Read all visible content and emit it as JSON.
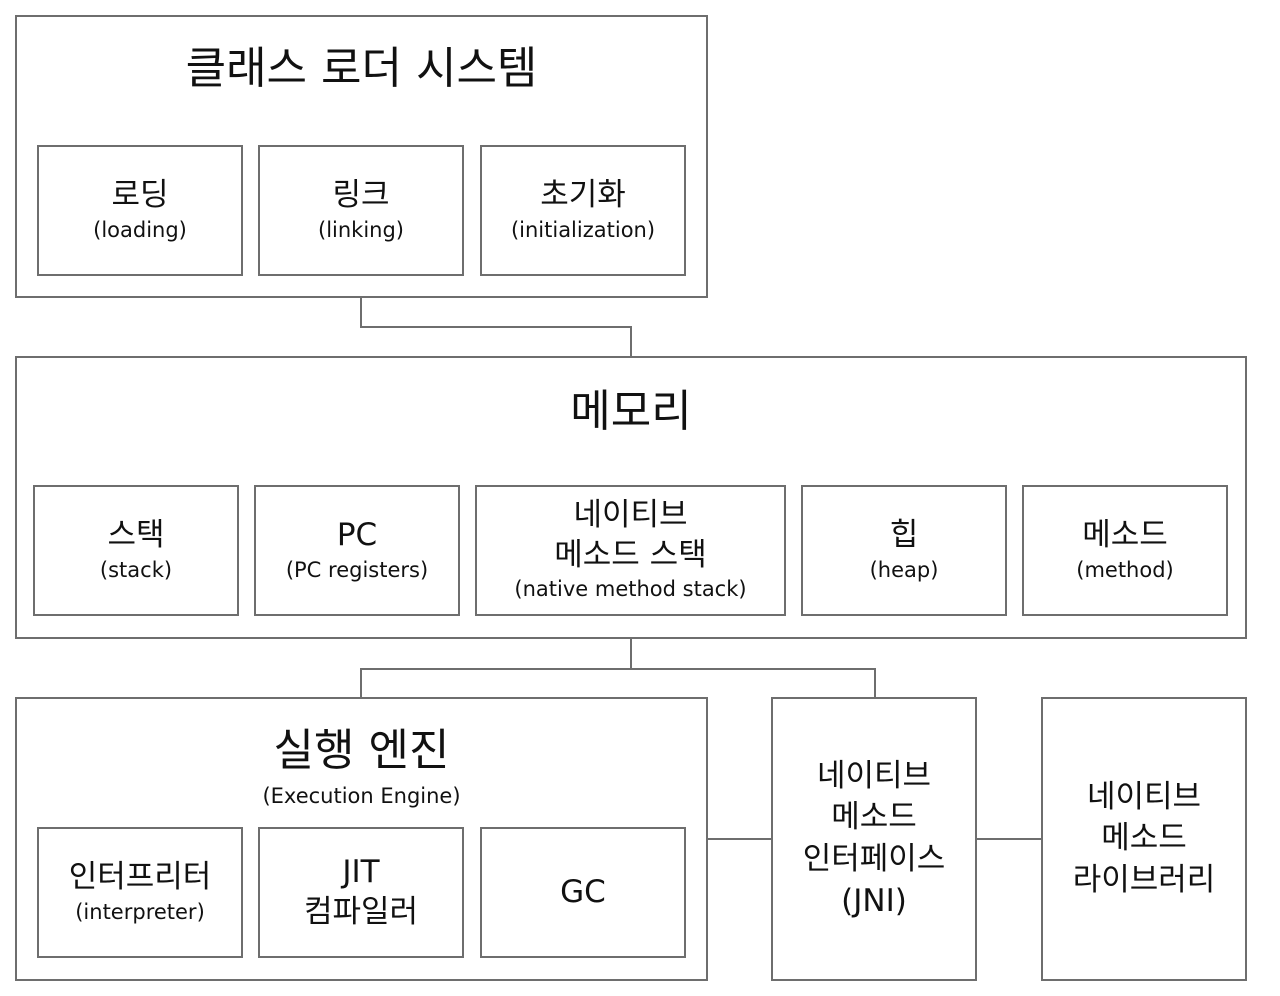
{
  "class_loader": {
    "title": "클래스 로더 시스템",
    "items": [
      {
        "ko": "로딩",
        "en": "(loading)"
      },
      {
        "ko": "링크",
        "en": "(linking)"
      },
      {
        "ko": "초기화",
        "en": "(initialization)"
      }
    ]
  },
  "memory": {
    "title": "메모리",
    "items": [
      {
        "ko": "스택",
        "en": "(stack)"
      },
      {
        "ko": "PC",
        "en": "(PC registers)"
      },
      {
        "ko1": "네이티브",
        "ko2": "메소드 스택",
        "en": "(native method stack)"
      },
      {
        "ko": "힙",
        "en": "(heap)"
      },
      {
        "ko": "메소드",
        "en": "(method)"
      }
    ]
  },
  "execution_engine": {
    "title": "실행 엔진",
    "subtitle": "(Execution Engine)",
    "items": [
      {
        "ko": "인터프리터",
        "en": "(interpreter)"
      },
      {
        "l1": "JIT",
        "l2": "컴파일러"
      },
      {
        "ko": "GC"
      }
    ]
  },
  "jni": {
    "lines": [
      "네이티브",
      "메소드",
      "인터페이스",
      "(JNI)"
    ]
  },
  "native_library": {
    "lines": [
      "네이티브",
      "메소드",
      "라이브러리"
    ]
  }
}
